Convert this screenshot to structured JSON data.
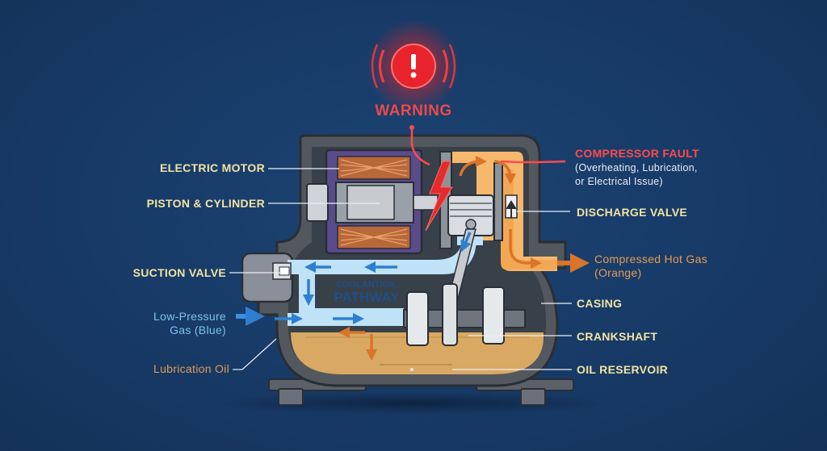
{
  "warning": {
    "label": "WARNING"
  },
  "fault": {
    "title": "COMPRESSOR FAULT",
    "lines": [
      "(Overheating, Lubrication,",
      "or Electrical Issue)"
    ]
  },
  "labels": {
    "electric_motor": "ELECTRIC MOTOR",
    "piston_cylinder": "PISTON & CYLINDER",
    "suction_valve": "SUCTION VALVE",
    "low_pressure_gas": [
      "Low-Pressure",
      "Gas (Blue)"
    ],
    "lubrication_oil": "Lubrication Oil",
    "discharge_valve": "DISCHARGE VALVE",
    "compressed_hot_gas": [
      "Compressed Hot Gas",
      "(Orange)"
    ],
    "casing": "CASING",
    "crankshaft": "CRANKSHAFT",
    "oil_reservoir": "OIL RESERVOIR",
    "pathway": [
      "COOLANT/OIL",
      "PATHWAY"
    ]
  },
  "colors": {
    "background": "#173a66",
    "casing": "#4a4f57",
    "cold_gas": "#bfe2f7",
    "hot_gas": "#f5b86c",
    "oil": "#d9a862",
    "warning_red": "#f04848",
    "label_yellow": "#f3e3a2",
    "label_orange": "#e69a55",
    "label_blue": "#7ec0f0"
  }
}
